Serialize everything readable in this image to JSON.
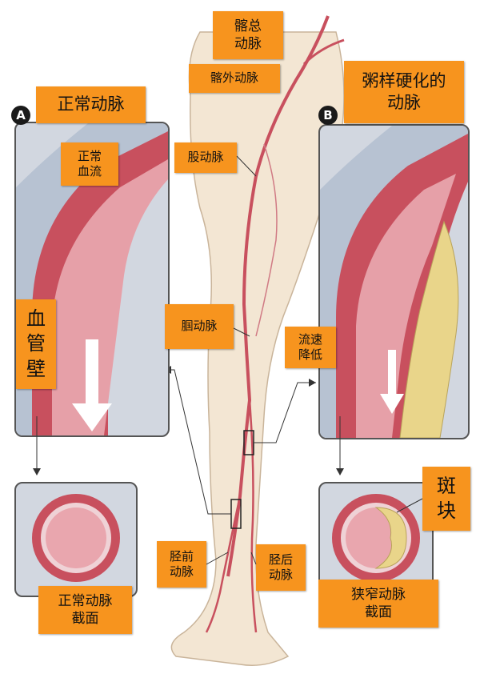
{
  "panel_a": {
    "badge": "A",
    "title": "正常动脉",
    "flow_label": "正常\n血流",
    "wall_label": "血\n管\n壁",
    "section_label": "正常动脉\n截面"
  },
  "panel_b": {
    "badge": "B",
    "title": "粥样硬化的\n动脉",
    "flow_label": "流速\n降低",
    "plaque_label": "斑\n块",
    "section_label": "狭窄动脉\n截面"
  },
  "leg_labels": {
    "common_iliac": "髂总\n动脉",
    "external_iliac": "髂外动脉",
    "femoral": "股动脉",
    "popliteal": "腘动脉",
    "anterior_tibial": "胫前\n动脉",
    "posterior_tibial": "胫后\n动脉"
  },
  "colors": {
    "label_bg": "#f7941e",
    "artery": "#c8505e",
    "plaque": "#e9d58a",
    "skin": "#f3e6d3"
  }
}
